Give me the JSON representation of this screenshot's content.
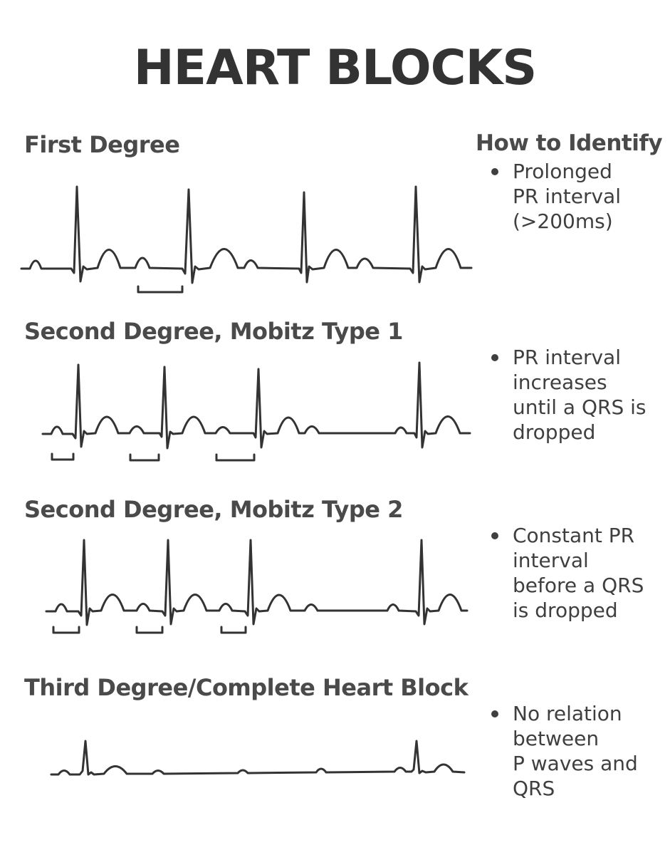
{
  "title": "HEART BLOCKS",
  "identify_heading": "How to Identify",
  "sections": [
    {
      "heading": "First Degree",
      "identify": "Prolonged\nPR interval\n(>200ms)"
    },
    {
      "heading": "Second Degree, Mobitz Type 1",
      "identify": "PR interval\nincreases\nuntil a QRS is\ndropped"
    },
    {
      "heading": "Second Degree, Mobitz Type 2",
      "identify": "Constant PR\ninterval\nbefore a QRS\nis dropped"
    },
    {
      "heading": "Third Degree/Complete Heart Block",
      "identify": "No relation\nbetween\nP waves and\nQRS"
    }
  ]
}
